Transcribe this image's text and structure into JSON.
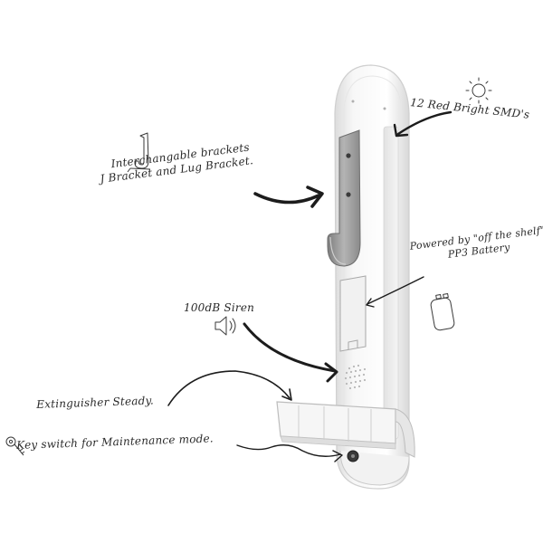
{
  "callouts": {
    "smd": "12 Red Bright SMD's",
    "brackets_line1": "Interchangable brackets",
    "brackets_line2": "J Bracket and Lug Bracket.",
    "battery_line1": "Powered by \"off the shelf\"",
    "battery_line2": "PP3 Battery",
    "siren": "100dB Siren",
    "steady": "Extinguisher Steady.",
    "key": "Key switch for Maintenance mode."
  },
  "icons": [
    "sun-icon",
    "j-bracket-icon",
    "battery-icon",
    "speaker-icon",
    "key-icon"
  ],
  "colors": {
    "device_body": "#f4f4f4",
    "bracket_plate": "#9a9a9a",
    "ink": "#2a2a2a"
  }
}
